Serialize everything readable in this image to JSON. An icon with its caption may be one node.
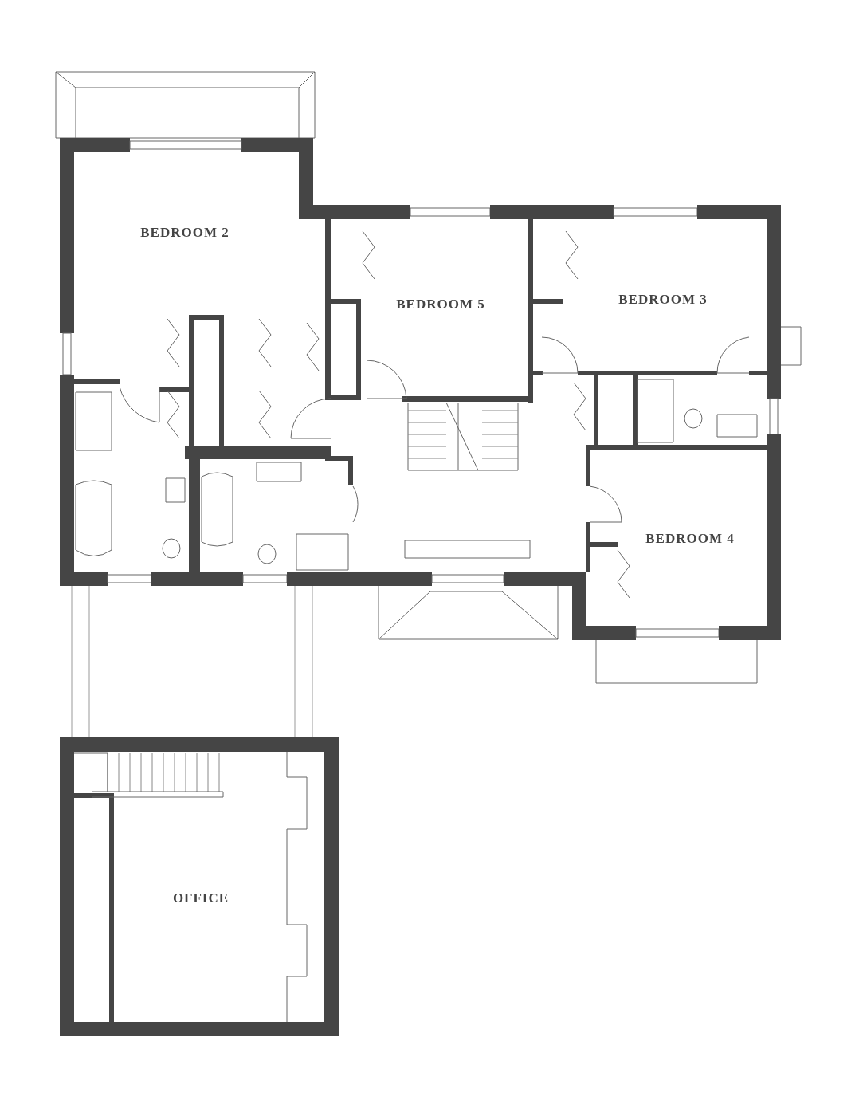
{
  "diagram": {
    "nodes": [
      {
        "text": [
          "BEDROOM 2"
        ]
      },
      {
        "text": [
          "BEDROOM 5"
        ]
      },
      {
        "text": [
          "BEDROOM 3"
        ]
      },
      {
        "text": [
          "BEDROOM 4"
        ]
      },
      {
        "text": [
          "OFFICE"
        ]
      }
    ]
  }
}
